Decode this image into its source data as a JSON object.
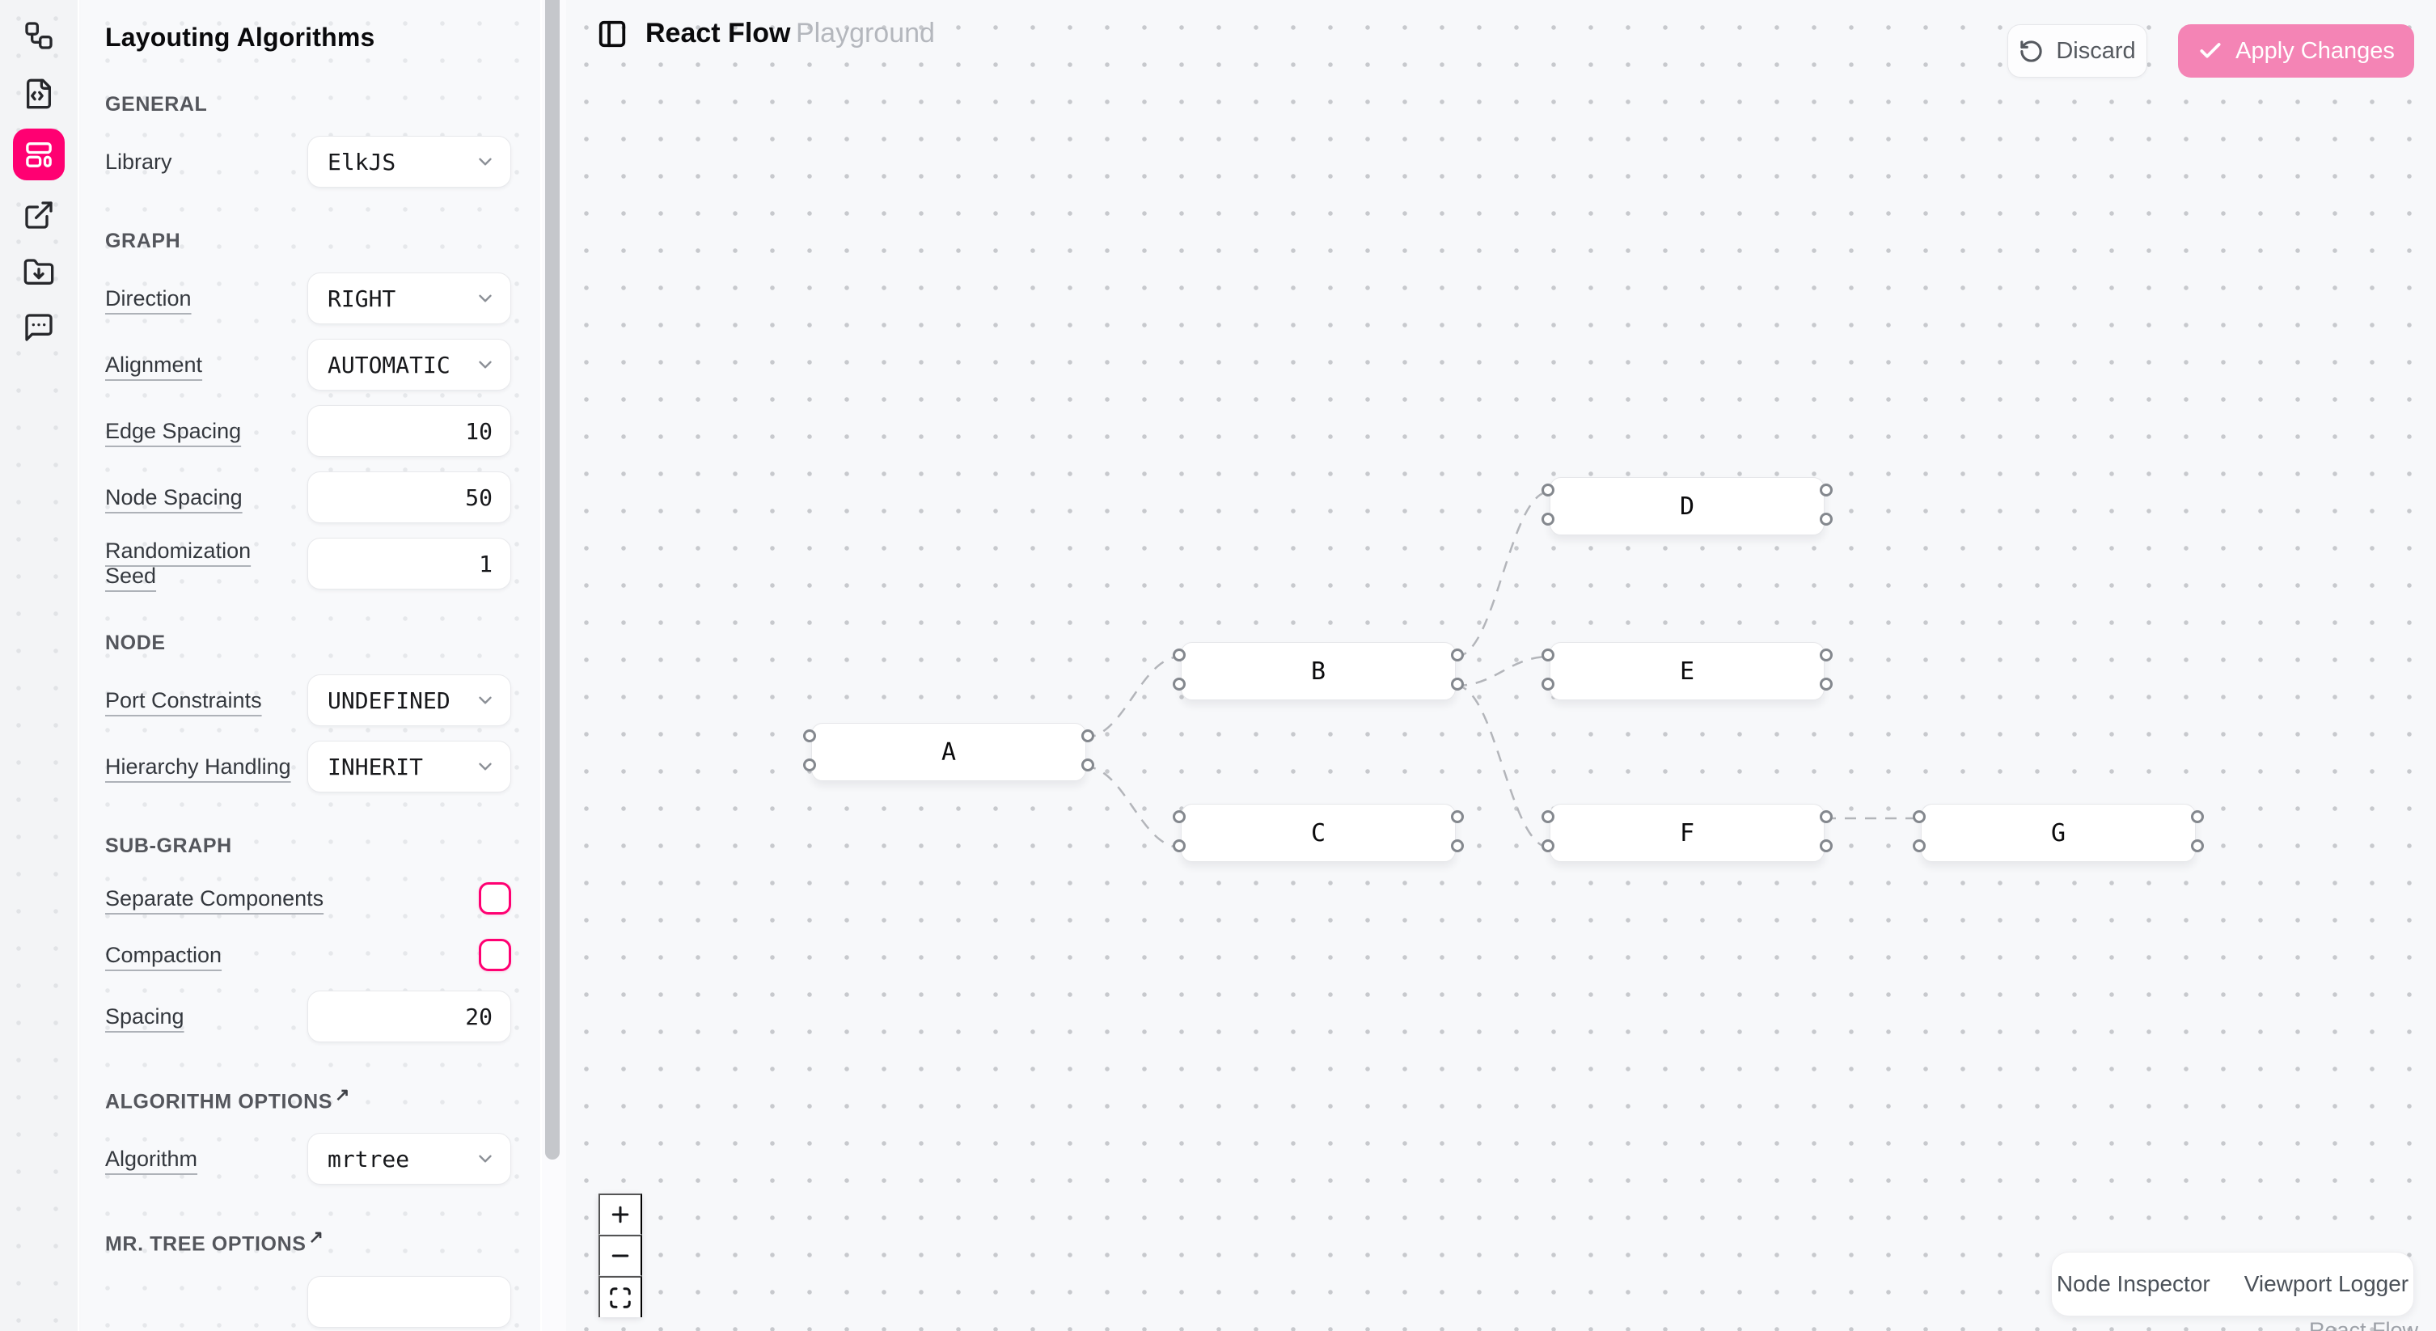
{
  "rail": {
    "icons": [
      "workflow",
      "file-code",
      "layout-panels",
      "external-link",
      "folder-download",
      "message-dots"
    ],
    "active_icon": "layout-panels",
    "accent_color": "#ff0072"
  },
  "panel": {
    "title": "Layouting Algorithms",
    "sections": [
      {
        "header": "GENERAL",
        "rows": [
          {
            "label": "Library",
            "control": "select",
            "value": "ElkJS"
          }
        ]
      },
      {
        "header": "GRAPH",
        "rows": [
          {
            "label": "Direction",
            "control": "select",
            "value": "RIGHT"
          },
          {
            "label": "Alignment",
            "control": "select",
            "value": "AUTOMATIC"
          },
          {
            "label": "Edge Spacing",
            "control": "number",
            "value": "10"
          },
          {
            "label": "Node Spacing",
            "control": "number",
            "value": "50"
          },
          {
            "label": "Randomization Seed",
            "control": "number",
            "value": "1"
          }
        ]
      },
      {
        "header": "NODE",
        "rows": [
          {
            "label": "Port Constraints",
            "control": "select",
            "value": "UNDEFINED"
          },
          {
            "label": "Hierarchy Handling",
            "control": "select",
            "value": "INHERIT"
          }
        ]
      },
      {
        "header": "SUB-GRAPH",
        "rows": [
          {
            "label": "Separate Components",
            "control": "checkbox",
            "checked": false
          },
          {
            "label": "Compaction",
            "control": "checkbox",
            "checked": false
          },
          {
            "label": "Spacing",
            "control": "number",
            "value": "20"
          }
        ]
      },
      {
        "header": "ALGORITHM OPTIONS",
        "external_link": true,
        "rows": [
          {
            "label": "Algorithm",
            "control": "select",
            "value": "mrtree"
          }
        ]
      },
      {
        "header": "MR. TREE OPTIONS",
        "external_link": true,
        "rows": []
      }
    ]
  },
  "topbar": {
    "title": "React Flow",
    "subtitle": "Playground",
    "discard_label": "Discard",
    "apply_label": "Apply Changes",
    "apply_color": "#f484b5"
  },
  "flow": {
    "nodes": [
      {
        "label": "A"
      },
      {
        "label": "B"
      },
      {
        "label": "C"
      },
      {
        "label": "D"
      },
      {
        "label": "E"
      },
      {
        "label": "F"
      },
      {
        "label": "G"
      }
    ],
    "edges": [
      {
        "source": "A",
        "target": "B"
      },
      {
        "source": "A",
        "target": "C"
      },
      {
        "source": "B",
        "target": "D"
      },
      {
        "source": "B",
        "target": "E"
      },
      {
        "source": "B",
        "target": "F"
      },
      {
        "source": "F",
        "target": "G"
      }
    ],
    "edge_style": "dashed"
  },
  "devtools": {
    "node_inspector_label": "Node Inspector",
    "viewport_logger_label": "Viewport Logger"
  },
  "attribution": "React Flow"
}
